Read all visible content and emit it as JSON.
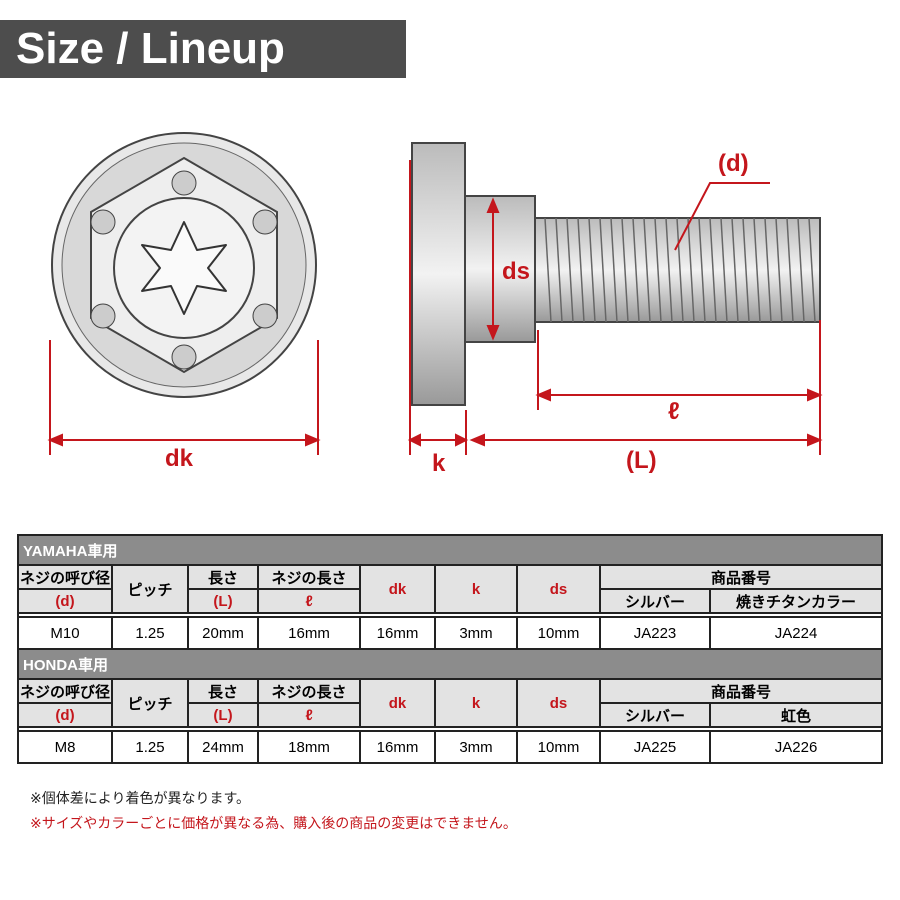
{
  "title": "Size / Lineup",
  "diagram": {
    "labels": {
      "d": "(d)",
      "ds": "ds",
      "ell": "ℓ",
      "L": "(L)",
      "dk": "dk",
      "k": "k"
    }
  },
  "headers": {
    "d_top": "ネジの呼び径",
    "d_bot": "(d)",
    "pitch": "ピッチ",
    "len_top": "長さ",
    "len_bot": "(L)",
    "thread_top": "ネジの長さ",
    "thread_bot": "ℓ",
    "dk": "dk",
    "k": "k",
    "ds": "ds",
    "product_no": "商品番号",
    "silver": "シルバー"
  },
  "yamaha": {
    "group": "YAMAHA車用",
    "color2": "焼きチタンカラー",
    "row": [
      "M10",
      "1.25",
      "20mm",
      "16mm",
      "16mm",
      "3mm",
      "10mm",
      "JA223",
      "JA224"
    ]
  },
  "honda": {
    "group": "HONDA車用",
    "color2": "虹色",
    "row": [
      "M8",
      "1.25",
      "24mm",
      "18mm",
      "16mm",
      "3mm",
      "10mm",
      "JA225",
      "JA226"
    ]
  },
  "notes": [
    "※個体差により着色が異なります。",
    "※サイズやカラーごとに価格が異なる為、購入後の商品の変更はできません。"
  ],
  "colors": {
    "accent": "#c4161c",
    "title_bg": "#4d4d4d",
    "group_bg": "#8c8c8c"
  }
}
